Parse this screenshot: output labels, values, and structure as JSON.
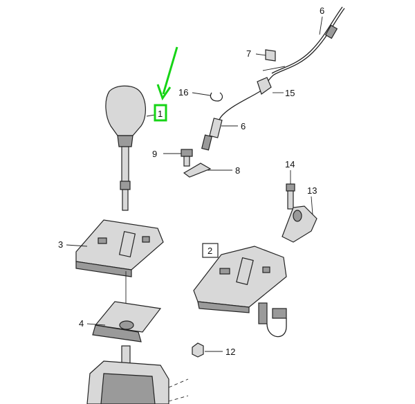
{
  "callouts": {
    "c1": "1",
    "c2": "2",
    "c3": "3",
    "c4": "4",
    "c6a": "6",
    "c6b": "6",
    "c7": "7",
    "c8": "8",
    "c9": "9",
    "c12": "12",
    "c13": "13",
    "c14": "14",
    "c15": "15",
    "c16": "16"
  },
  "colors": {
    "highlight": "#16d416",
    "line": "#222222",
    "part_fill": "#d8d8d8"
  }
}
